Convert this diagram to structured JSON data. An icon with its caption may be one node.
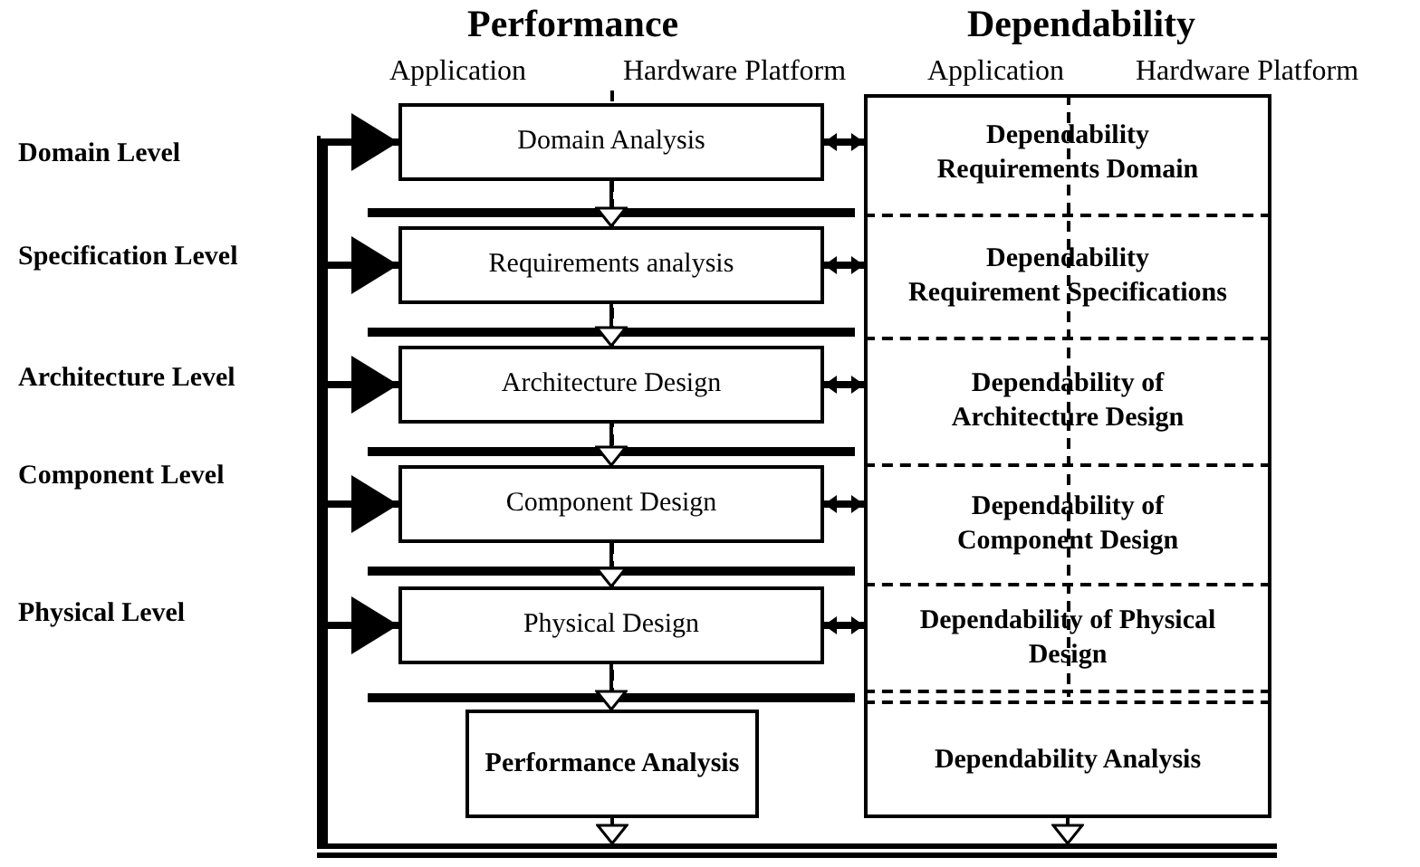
{
  "diagram": {
    "nodes": [
      {
        "text": [
          "Domain Analysis"
        ]
      },
      {
        "text": [
          "Requirements analysis"
        ]
      },
      {
        "text": [
          "Architecture Design"
        ]
      },
      {
        "text": [
          "Component Design"
        ]
      },
      {
        "text": [
          "Physical Design"
        ]
      },
      {
        "text": [
          "Performance Analysis"
        ]
      },
      {
        "text": [],
        "shape": "box"
      },
      {
        "text": [
          "Dependability Requirements Domain"
        ],
        "in": 6
      },
      {
        "text": [
          "Dependability Requirement Specifications"
        ],
        "in": 6
      },
      {
        "text": [
          "Dependability of Architecture Design"
        ],
        "in": 6
      },
      {
        "text": [
          "Dependability of Component Design"
        ],
        "in": 6
      },
      {
        "text": [
          "Dependability of Physical Design"
        ],
        "in": 6
      },
      {
        "text": [
          "Dependability Analysis"
        ],
        "in": 6
      },
      {
        "text": [],
        "shape": "bar"
      }
    ],
    "edges": [
      {
        "from": 0,
        "to": 1,
        "arrow": "to"
      },
      {
        "from": 1,
        "to": 2,
        "arrow": "to"
      },
      {
        "from": 2,
        "to": 3,
        "arrow": "to"
      },
      {
        "from": 3,
        "to": 4,
        "arrow": "to"
      },
      {
        "from": 4,
        "to": 5,
        "arrow": "to"
      },
      {
        "from": 5,
        "to": 13,
        "arrow": "to"
      },
      {
        "from": 6,
        "to": 13,
        "arrow": "to"
      },
      {
        "from": 13,
        "to": 0,
        "arrow": "to"
      },
      {
        "from": 13,
        "to": 1,
        "arrow": "to"
      },
      {
        "from": 13,
        "to": 2,
        "arrow": "to"
      },
      {
        "from": 13,
        "to": 3,
        "arrow": "to"
      },
      {
        "from": 13,
        "to": 4,
        "arrow": "to"
      },
      {
        "from": 0,
        "to": 7,
        "arrow": "both"
      },
      {
        "from": 1,
        "to": 8,
        "arrow": "both"
      },
      {
        "from": 2,
        "to": 9,
        "arrow": "both"
      },
      {
        "from": 3,
        "to": 10,
        "arrow": "both"
      },
      {
        "from": 4,
        "to": 11,
        "arrow": "both"
      }
    ],
    "labels": [
      "Performance",
      "Application",
      "Hardware Platform",
      "Dependability",
      "Application",
      "Hardware Platform",
      "Domain Level",
      "Specification Level",
      "Architecture Level",
      "Component Level",
      "Physical Level"
    ]
  }
}
